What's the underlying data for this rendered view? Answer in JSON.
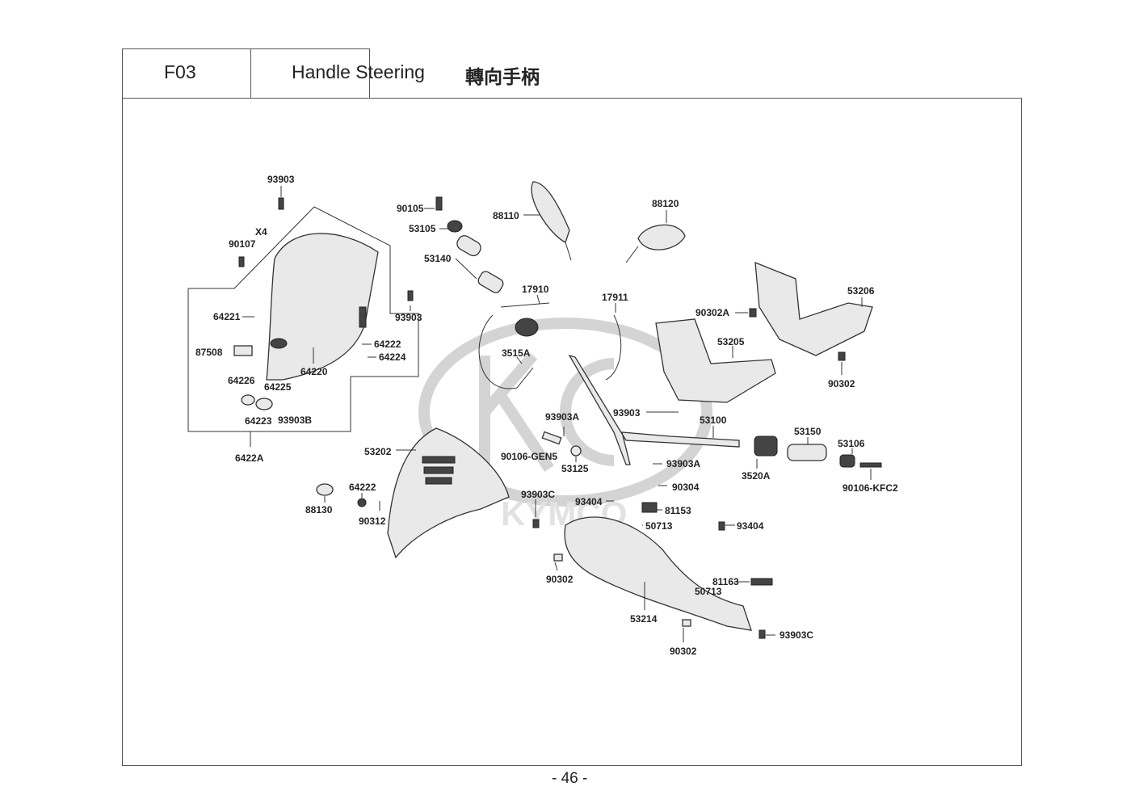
{
  "header": {
    "section_code": "F03",
    "title_en": "Handle Steering",
    "title_zh": "轉向手柄"
  },
  "watermark": "KYMCO",
  "footer": {
    "page_number": "- 46 -"
  },
  "callouts": {
    "c_93903_top": "93903",
    "c_x4": "X4",
    "c_90107": "90107",
    "c_64221": "64221",
    "c_87508": "87508",
    "c_64220": "64220",
    "c_64222_a": "64222",
    "c_64224": "64224",
    "c_93903_mid": "93903",
    "c_64226": "64226",
    "c_64225": "64225",
    "c_64223": "64223",
    "c_93903B": "93903B",
    "c_6422A": "6422A",
    "c_90105": "90105",
    "c_53105": "53105",
    "c_53140": "53140",
    "c_88110": "88110",
    "c_88120": "88120",
    "c_17910": "17910",
    "c_17911": "17911",
    "c_3515A": "3515A",
    "c_93903A_a": "93903A",
    "c_93903_b": "93903",
    "c_53100": "53100",
    "c_90106_GEN5": "90106-GEN5",
    "c_53125": "53125",
    "c_93903A_b": "93903A",
    "c_90304": "90304",
    "c_3520A": "3520A",
    "c_53150": "53150",
    "c_53106": "53106",
    "c_90106_KFC2": "90106-KFC2",
    "c_90302A": "90302A",
    "c_53206": "53206",
    "c_53205": "53205",
    "c_90302_a": "90302",
    "c_53202": "53202",
    "c_88130": "88130",
    "c_64222_b": "64222",
    "c_90312": "90312",
    "c_93903C_a": "93903C",
    "c_93404_a": "93404",
    "c_81153": "81153",
    "c_50713_a": "50713",
    "c_93404_b": "93404",
    "c_90302_b": "90302",
    "c_81163": "81163",
    "c_50713_b": "50713",
    "c_53214": "53214",
    "c_90302_c": "90302",
    "c_93903C_b": "93903C"
  }
}
